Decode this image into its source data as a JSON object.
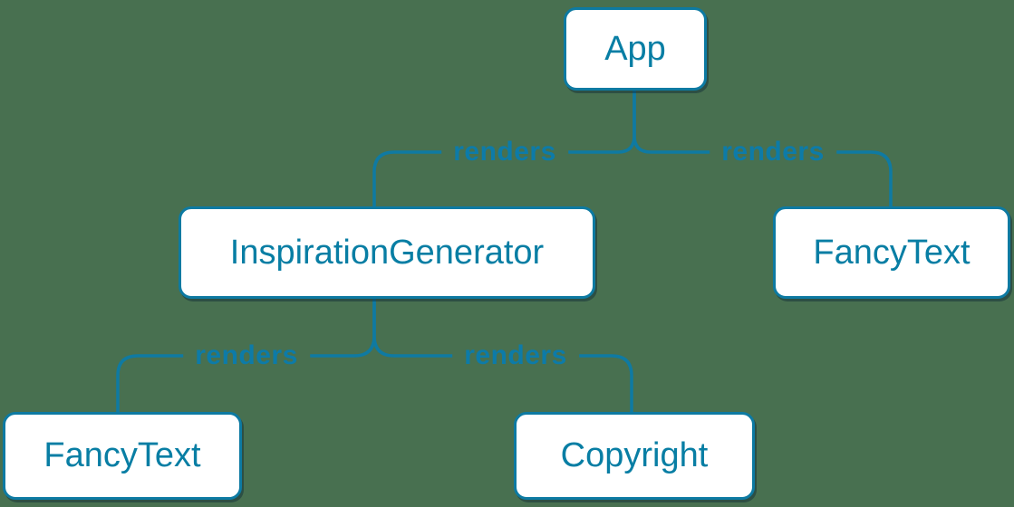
{
  "canvas": {
    "background_color": "#487050",
    "accent_color": "#087ea4",
    "line_color": "#0f7aa2",
    "node_fill": "#ffffff",
    "node_border": "#0d7aa2"
  },
  "diagram": {
    "type": "component-render-tree",
    "nodes": [
      {
        "id": "app",
        "label": "App"
      },
      {
        "id": "inspiration-generator",
        "label": "InspirationGenerator"
      },
      {
        "id": "fancy-text-top",
        "label": "FancyText"
      },
      {
        "id": "fancy-text-bottom",
        "label": "FancyText"
      },
      {
        "id": "copyright",
        "label": "Copyright"
      }
    ],
    "edges": [
      {
        "from": "app",
        "to": "inspiration-generator",
        "label": "renders"
      },
      {
        "from": "app",
        "to": "fancy-text-top",
        "label": "renders"
      },
      {
        "from": "inspiration-generator",
        "to": "fancy-text-bottom",
        "label": "renders"
      },
      {
        "from": "inspiration-generator",
        "to": "copyright",
        "label": "renders"
      }
    ]
  }
}
